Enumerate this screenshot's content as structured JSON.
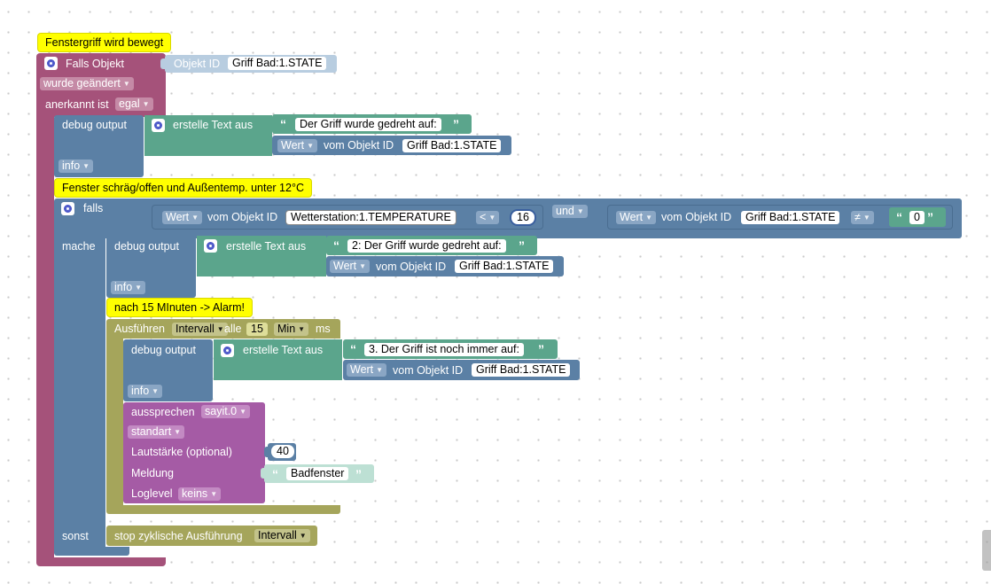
{
  "b1": {
    "comment": "Fenstergriff wird bewegt",
    "falls_objekt": "Falls Objekt",
    "objekt_id_label": "Objekt ID",
    "objekt_id_value": "Griff Bad:1.STATE",
    "wurde": "wurde geändert",
    "anerkannt": "anerkannt ist",
    "anerkannt_val": "egal",
    "debug": {
      "label": "debug output",
      "erstelle": "erstelle Text aus",
      "text": "Der Griff wurde gedreht auf:",
      "wert": "Wert",
      "vom": "vom Objekt ID",
      "id": "Griff Bad:1.STATE",
      "level": "info"
    }
  },
  "b2": {
    "comment": "Fenster schräg/offen und Außentemp. unter 12°C",
    "falls": "falls",
    "wert1": "Wert",
    "vom1": "vom Objekt ID",
    "id1": "Wetterstation:1.TEMPERATURE",
    "op1": "<",
    "num1": "16",
    "und": "und",
    "wert2": "Wert",
    "vom2": "vom Objekt ID",
    "id2": "Griff Bad:1.STATE",
    "op2": "≠",
    "str2": "0",
    "mache": "mache",
    "sonst": "sonst"
  },
  "b3": {
    "label": "debug output",
    "erstelle": "erstelle Text aus",
    "text": "2: Der Griff wurde gedreht auf:",
    "wert": "Wert",
    "vom": "vom Objekt ID",
    "id": "Griff Bad:1.STATE",
    "level": "info"
  },
  "b4": {
    "comment": "nach 15 MInuten -> Alarm!",
    "ausfuehren": "Ausführen",
    "intervall": "Intervall",
    "alle": "alle",
    "num": "15",
    "unit": "Min",
    "ms": "ms"
  },
  "b5": {
    "label": "debug output",
    "erstelle": "erstelle Text aus",
    "text": "3. Der Griff ist noch immer auf:",
    "wert": "Wert",
    "vom": "vom Objekt ID",
    "id": "Griff Bad:1.STATE",
    "level": "info"
  },
  "b6": {
    "aussprechen": "aussprechen",
    "sayit": "sayit.0",
    "standart": "standart",
    "lautstaerke": "Lautstärke (optional)",
    "vol": "40",
    "meldung": "Meldung",
    "text": "Badfenster",
    "loglevel": "Loglevel",
    "log_val": "keins"
  },
  "b7": {
    "stop": "stop zyklische Ausführung",
    "intervall": "Intervall"
  },
  "colors": {
    "trigger": "#a5527a",
    "logic": "#5b80a5",
    "text": "#5ba58c",
    "timer": "#a5a55b",
    "speech": "#a55ba5",
    "comment": "#ffff00"
  }
}
